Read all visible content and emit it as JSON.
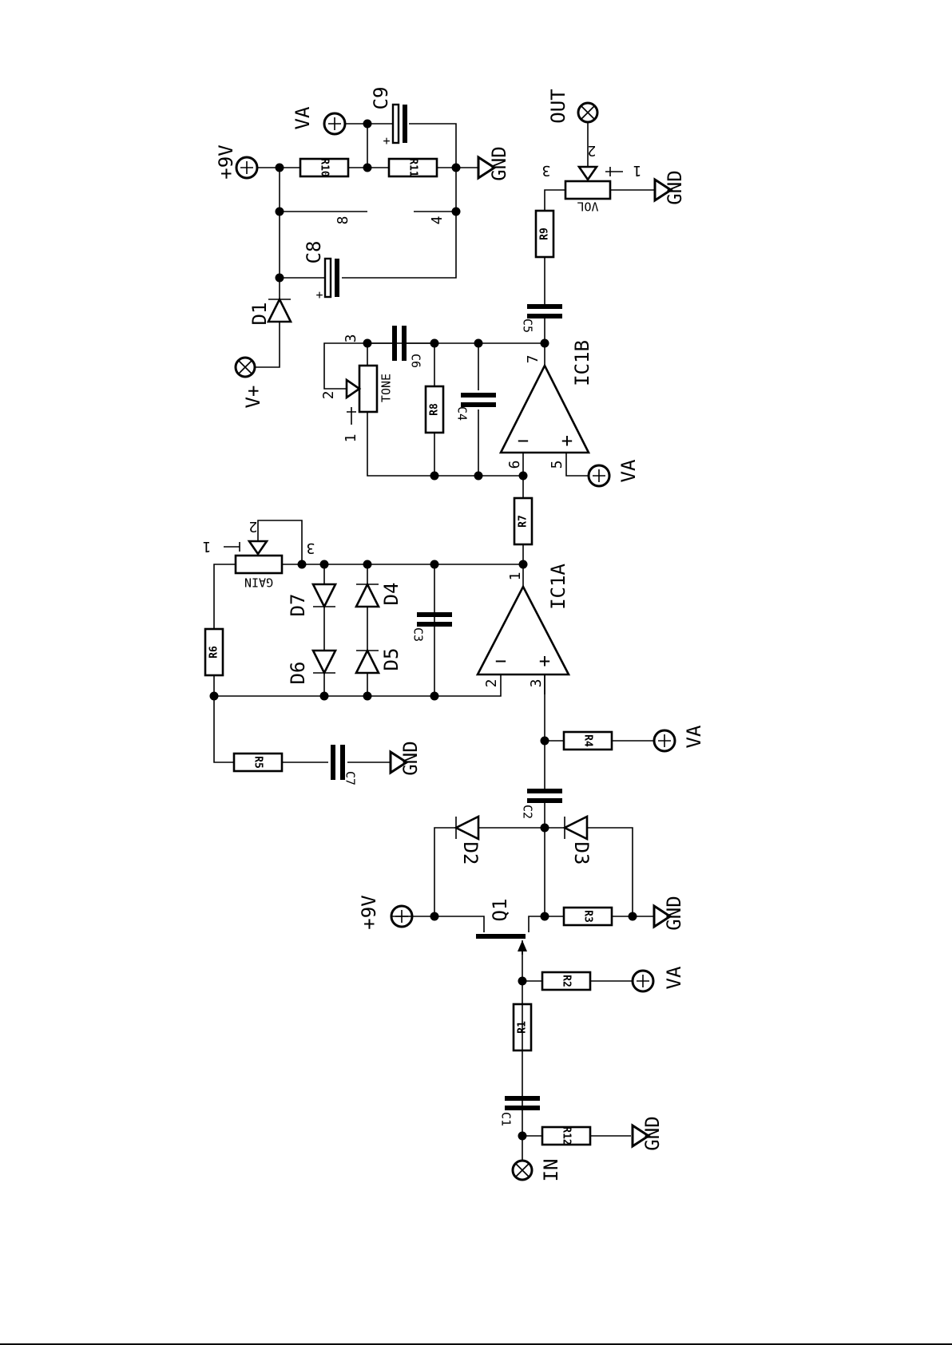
{
  "schematic": {
    "labels": {
      "in": "IN",
      "out": "OUT",
      "v_plus": "V+",
      "nine_v": "+9V",
      "va": "VA",
      "gnd": "GND",
      "q1": "Q1",
      "ic1a": "IC1A",
      "ic1b": "IC1B",
      "r1": "R1",
      "r2": "R2",
      "r3": "R3",
      "r4": "R4",
      "r5": "R5",
      "r6": "R6",
      "r7": "R7",
      "r8": "R8",
      "r9": "R9",
      "r10": "R10",
      "r11": "R11",
      "r12": "R12",
      "c1": "C1",
      "c2": "C2",
      "c3": "C3",
      "c4": "C4",
      "c5": "C5",
      "c6": "C6",
      "c7": "C7",
      "c8": "C8",
      "c9": "C9",
      "d1": "D1",
      "d2": "D2",
      "d3": "D3",
      "d4": "D4",
      "d5": "D5",
      "d6": "D6",
      "d7": "D7",
      "gain": "GAIN",
      "tone": "TONE",
      "vol": "VOL",
      "plus": "+",
      "minus": "−",
      "pin1": "1",
      "pin2": "2",
      "pin3": "3",
      "pin4": "4",
      "pin5": "5",
      "pin6": "6",
      "pin7": "7",
      "pin8": "8"
    }
  }
}
